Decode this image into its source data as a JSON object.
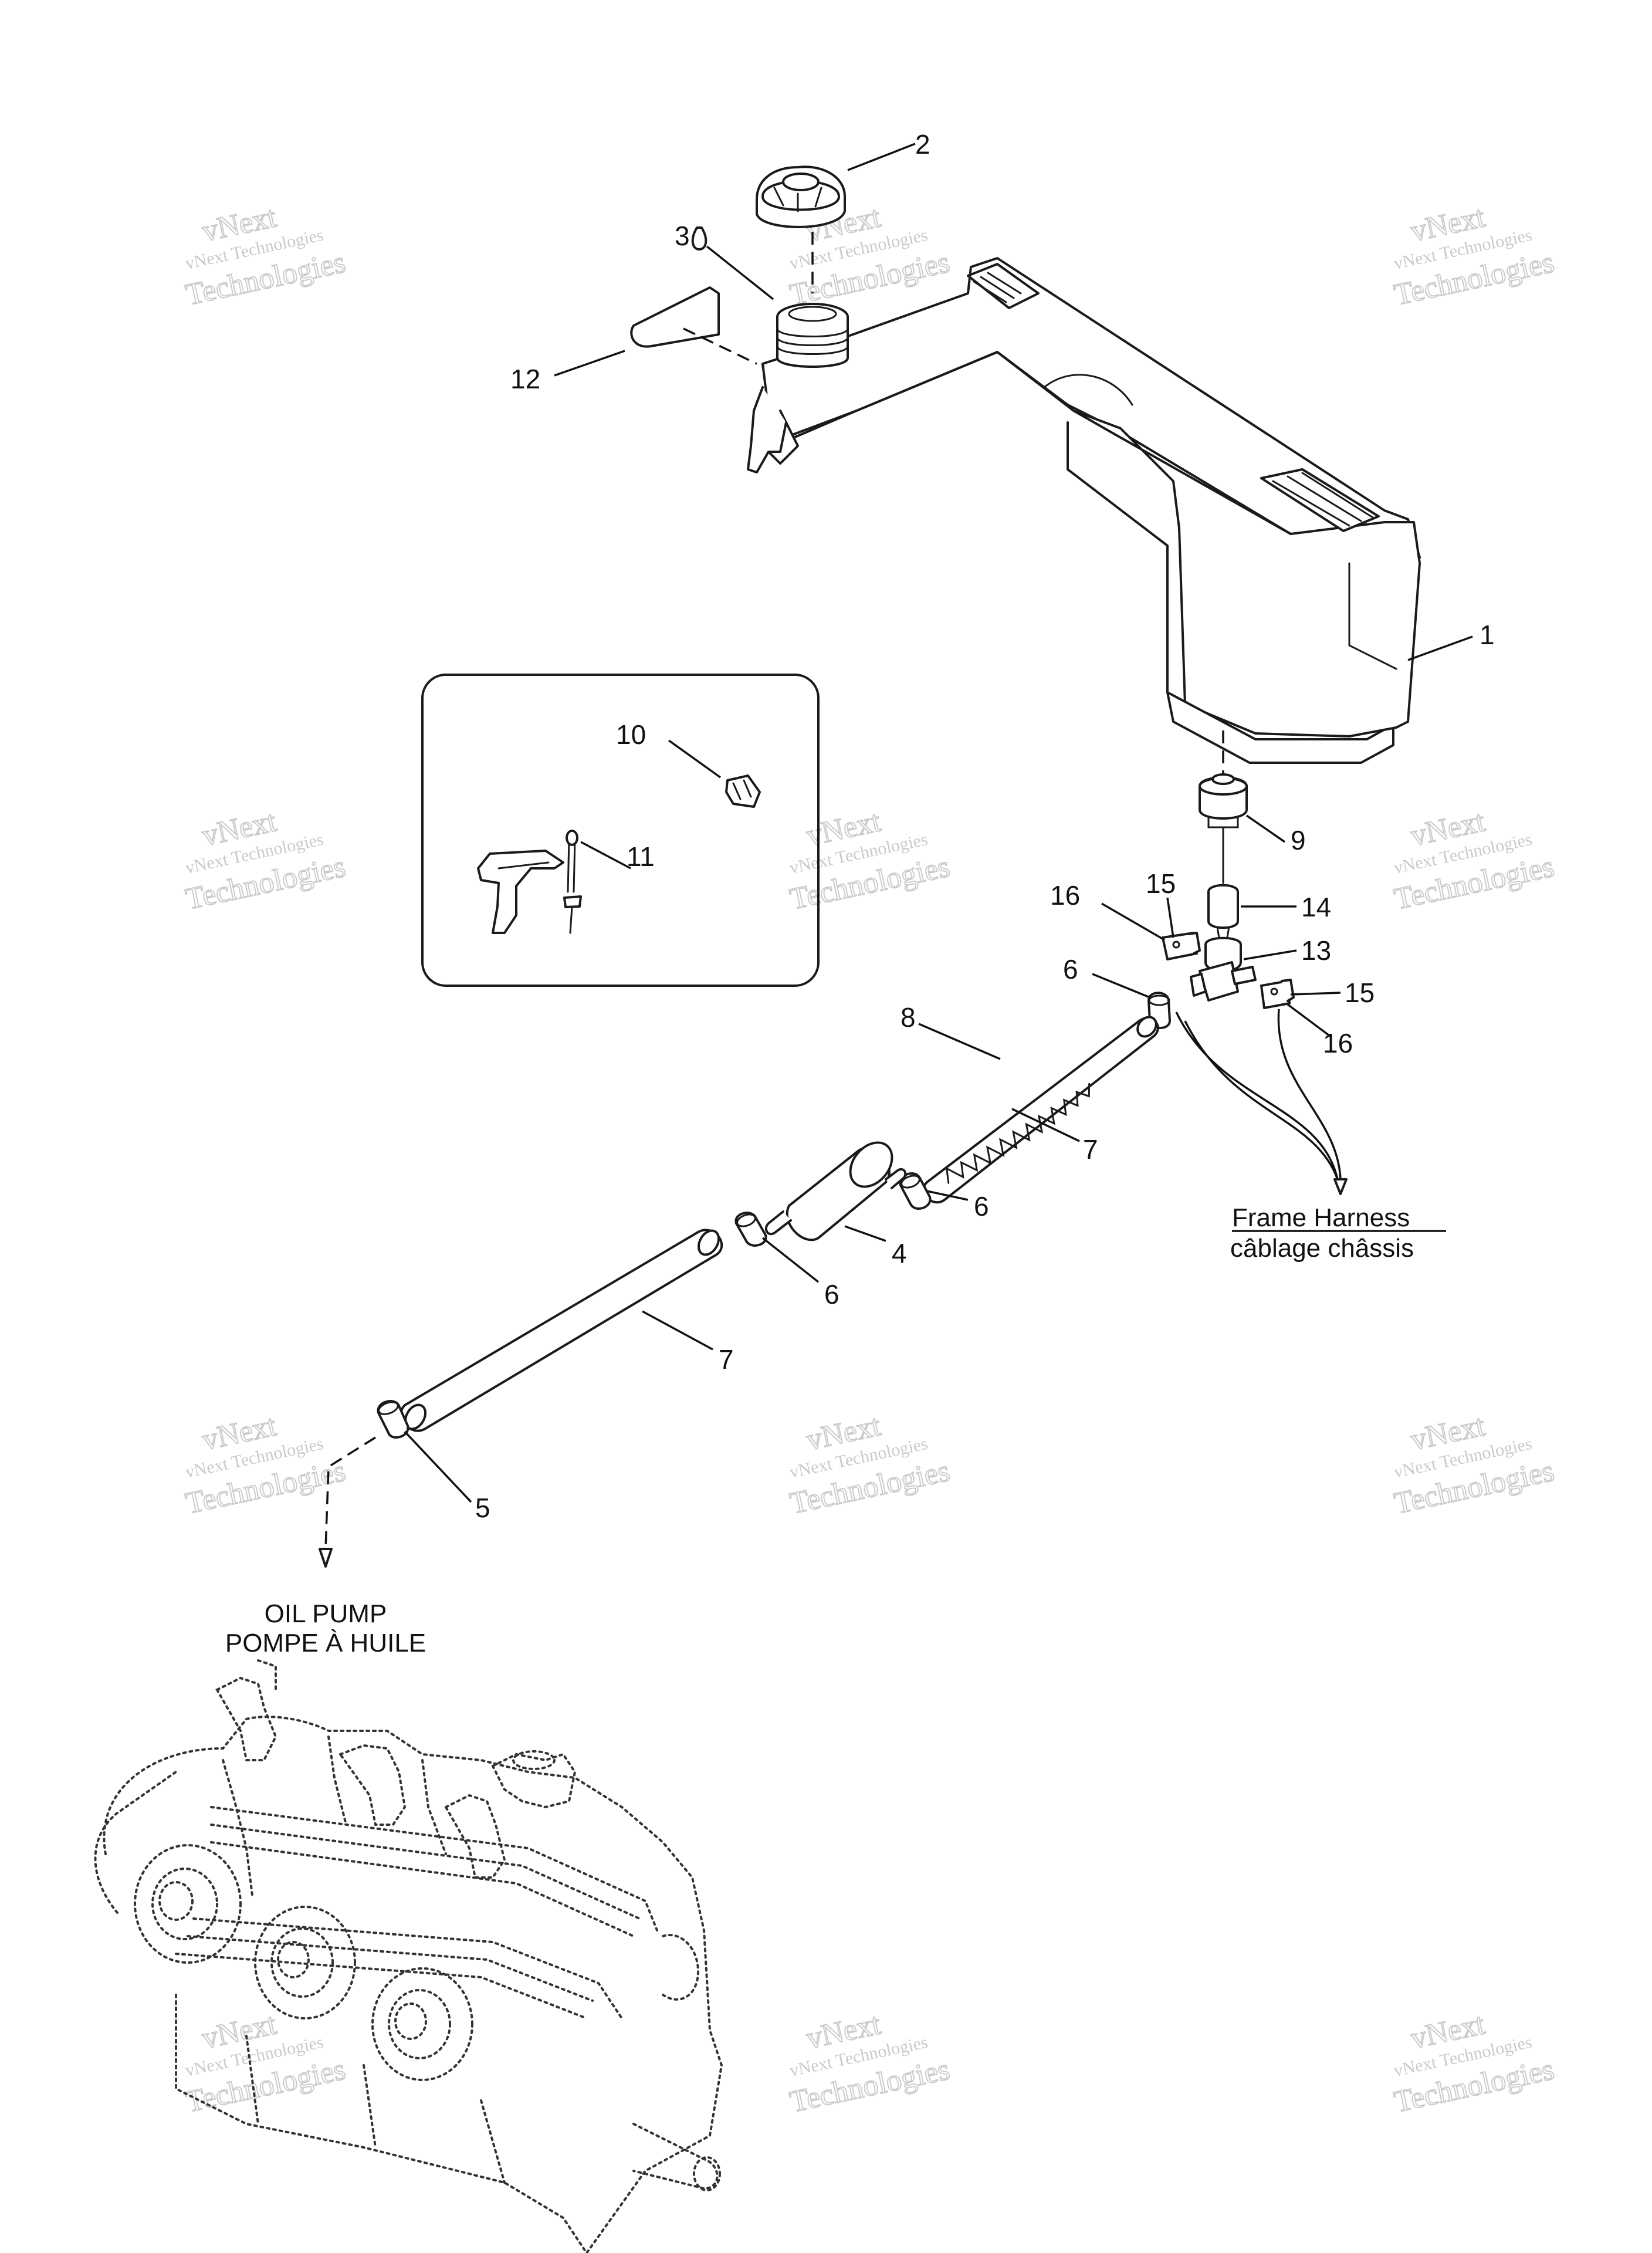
{
  "callouts": {
    "c1": "1",
    "c2": "2",
    "c3": "3",
    "c4": "4",
    "c5": "5",
    "c6a": "6",
    "c6b": "6",
    "c6c": "6",
    "c7a": "7",
    "c7b": "7",
    "c8": "8",
    "c9": "9",
    "c10": "10",
    "c11": "11",
    "c12": "12",
    "c13": "13",
    "c14": "14",
    "c15a": "15",
    "c15b": "15",
    "c16a": "16",
    "c16b": "16"
  },
  "captions": {
    "frame_harness_en": "Frame Harness",
    "frame_harness_fr": "câblage châssis",
    "oil_pump_en": "OIL PUMP",
    "oil_pump_fr": "POMPE À HUILE"
  },
  "watermark": {
    "line1": "vNext Technologies",
    "line2": "vNext",
    "line3": "Technologies"
  },
  "colors": {
    "line": "#1a1a1a",
    "watermark": "#8a8a8a"
  }
}
